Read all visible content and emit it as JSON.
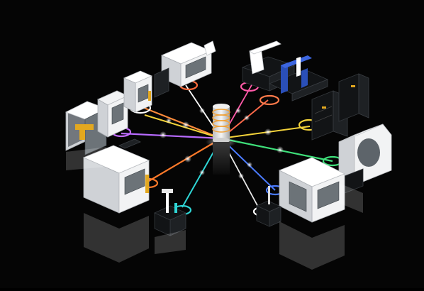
{
  "scene": {
    "background": "#050505",
    "hub": {
      "name": "central-hub",
      "ring_color": "#f0a23a",
      "body_color": "#dcdcdc"
    },
    "connections": [
      {
        "name": "orange-link",
        "color": "#ff7a2a"
      },
      {
        "name": "white-link",
        "color": "#f2f2f2"
      },
      {
        "name": "pink-link",
        "color": "#ff5aa8"
      },
      {
        "name": "violet-link",
        "color": "#b86bff"
      },
      {
        "name": "yellow-link",
        "color": "#f3d23a"
      },
      {
        "name": "red-link",
        "color": "#ff5a4a"
      },
      {
        "name": "green-link",
        "color": "#3ee07a"
      },
      {
        "name": "cyan-link",
        "color": "#2fd6d6"
      },
      {
        "name": "blue-link",
        "color": "#4b7bff"
      },
      {
        "name": "teal-link",
        "color": "#37e0b8"
      }
    ],
    "machines": [
      "robot-cell",
      "vertical-machining-center",
      "turning-center",
      "gantry-machine",
      "coordinate-measuring-machine",
      "tool-storage-cabinets",
      "five-axis-machining-center",
      "horizontal-machining-center",
      "large-machining-center",
      "tool-presetter",
      "small-tool-presetter"
    ]
  }
}
